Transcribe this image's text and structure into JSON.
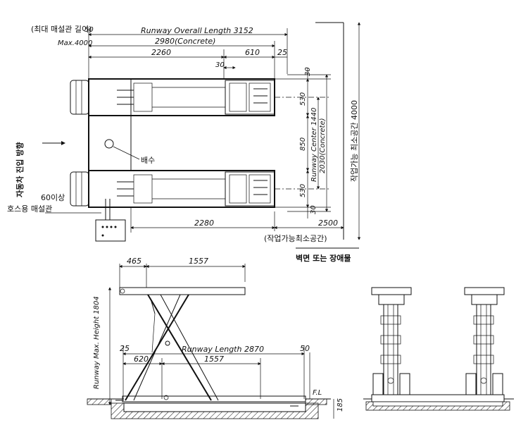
{
  "top_view": {
    "max_pipe_label": "(최대 매설관 길이)",
    "max_pipe_value": "Max.4000",
    "dim_50_left": "50",
    "runway_overall": "Runway Overall Length 3152",
    "concrete_2980": "2980(Concrete)",
    "dim_2260": "2260",
    "dim_610": "610",
    "dim_25": "25",
    "dim_30_top": "30",
    "dim_30_small": "30",
    "dim_530_top": "530",
    "dim_850": "850",
    "dim_530_bottom": "530",
    "dim_30_bottom": "30",
    "runway_center": "Runway Center 1440",
    "concrete_2030": "2030(Concrete)",
    "work_space_4000": "작업가능 최소공간 4000",
    "direction_label": "자동차 진입 방향",
    "drain_label": "배수",
    "pipe_60": "60이상",
    "pipe_label": "호스용 매설관",
    "dim_2280": "2280",
    "dim_2500": "2500",
    "work_space_min": "(작업가능최소공간)",
    "wall_label": "벽면 또는 장애물"
  },
  "side_view": {
    "dim_465": "465",
    "dim_1557_top": "1557",
    "max_height": "Runway Max. Height 1804",
    "dim_25": "25",
    "runway_length": "Runway Length 2870",
    "dim_50": "50",
    "dim_620": "620",
    "dim_1557_bottom": "1557",
    "fl_label": "F.L",
    "dim_185": "185"
  }
}
